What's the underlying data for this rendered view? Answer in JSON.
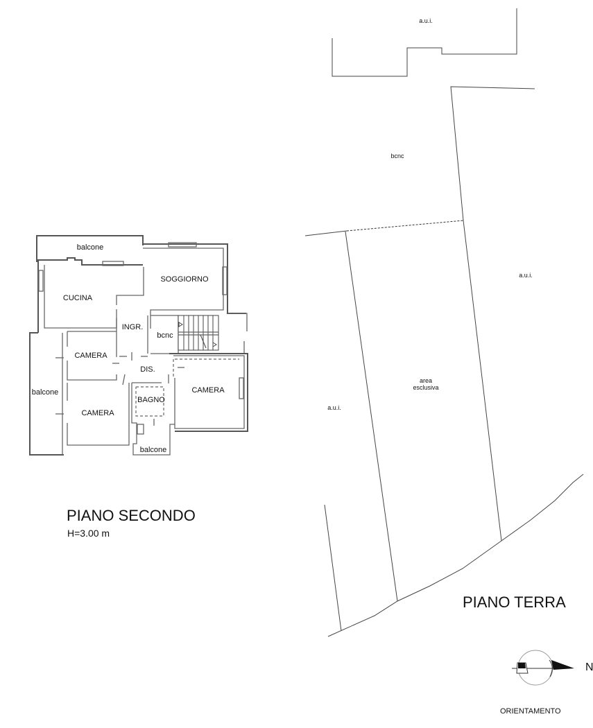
{
  "drawing": {
    "second_floor": {
      "title": "PIANO SECONDO",
      "height_note": "H=3.00 m",
      "rooms": {
        "balcone_top": "balcone",
        "soggiorno": "SOGGIORNO",
        "cucina": "CUCINA",
        "ingresso": "INGR.",
        "bcnc": "bcnc",
        "camera_1": "CAMERA",
        "disimpegno": "DIS.",
        "camera_right": "CAMERA",
        "balcone_left": "balcone",
        "bagno": "BAGNO",
        "camera_2": "CAMERA",
        "balcone_bottom": "balcone"
      }
    },
    "ground_floor": {
      "title": "PIANO TERRA",
      "areas": {
        "aui_top": "a.u.i.",
        "bcnc": "bcnc",
        "aui_right": "a.u.i.",
        "area_esclusiva_line1": "area",
        "area_esclusiva_line2": "esclusiva",
        "aui_left": "a.u.i."
      }
    },
    "orientation": {
      "label": "ORIENTAMENTO",
      "north": "N",
      "icon": "north-arrow-icon"
    }
  }
}
